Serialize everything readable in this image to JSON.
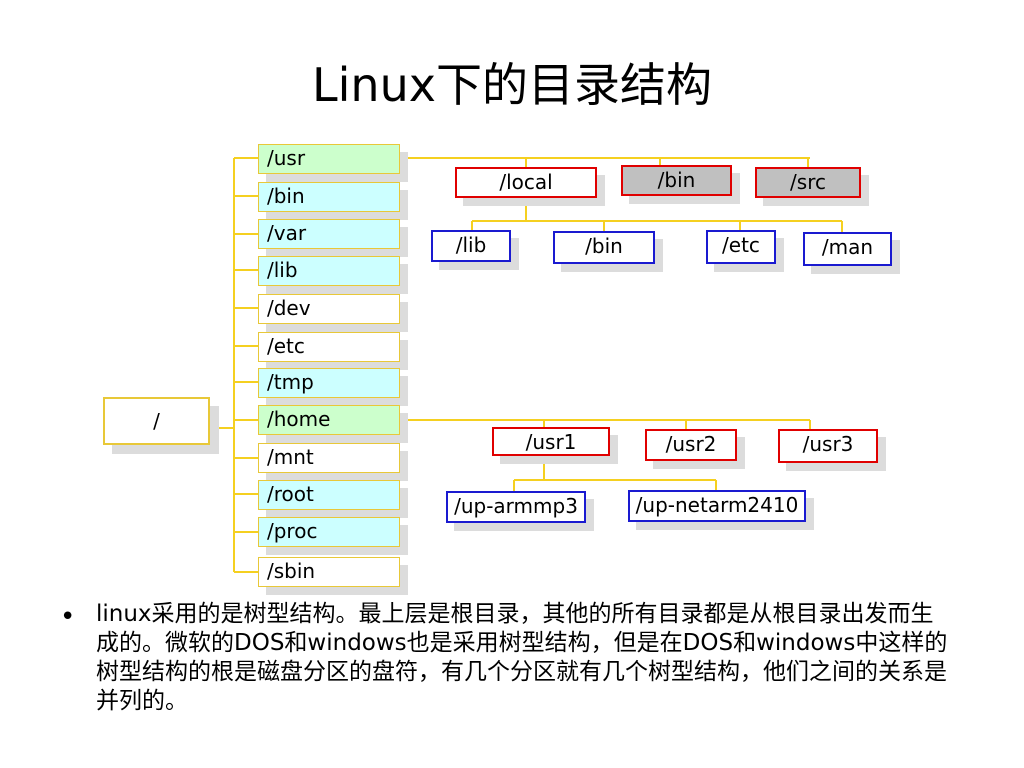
{
  "title": "Linux下的目录结构",
  "tree": {
    "root": "/",
    "level1": [
      "/usr",
      "/bin",
      "/var",
      "/lib",
      "/dev",
      "/etc",
      "/tmp",
      "/home",
      "/mnt",
      "/root",
      "/proc",
      "/sbin"
    ],
    "usr_children": [
      "/local",
      "/bin",
      "/src"
    ],
    "local_children": [
      "/lib",
      "/bin",
      "/etc",
      "/man"
    ],
    "home_children": [
      "/usr1",
      "/usr2",
      "/usr3"
    ],
    "usr1_children": [
      "/up-armmp3",
      "/up-netarm2410"
    ]
  },
  "bullet_text": "linux采用的是树型结构。最上层是根目录，其他的所有目录都是从根目录出发而生成的。微软的DOS和windows也是采用树型结构，但是在DOS和windows中这样的树型结构的根是磁盘分区的盘符，有几个分区就有几个树型结构，他们之间的关系是并列的。",
  "colors": {
    "connector": "#f5d020",
    "green_fill": "#ccffcc",
    "cyan_fill": "#ccffff",
    "red_border": "#e00000",
    "blue_border": "#1a1ad0"
  }
}
